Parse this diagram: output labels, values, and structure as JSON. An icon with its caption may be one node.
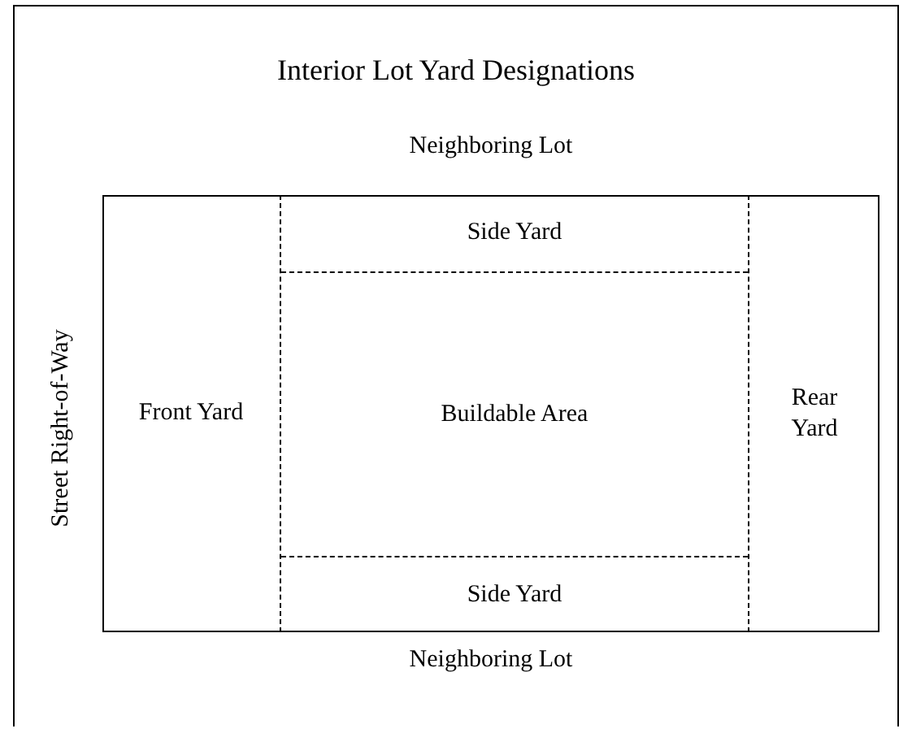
{
  "diagram": {
    "title": "Interior Lot Yard Designations",
    "nodes": [
      {
        "text": [],
        "shape": "box"
      },
      {
        "text": [
          "Side Yard"
        ],
        "in": 0
      },
      {
        "text": [
          "Front Yard"
        ],
        "in": 0
      },
      {
        "text": [
          "Buildable Area"
        ],
        "in": 0
      },
      {
        "text": [
          "Rear Yard"
        ],
        "in": 0
      },
      {
        "text": [
          "Side Yard"
        ],
        "in": 0
      }
    ],
    "labels": [
      "Neighboring Lot",
      "Street Right-of-Way",
      "Neighboring Lot"
    ]
  }
}
